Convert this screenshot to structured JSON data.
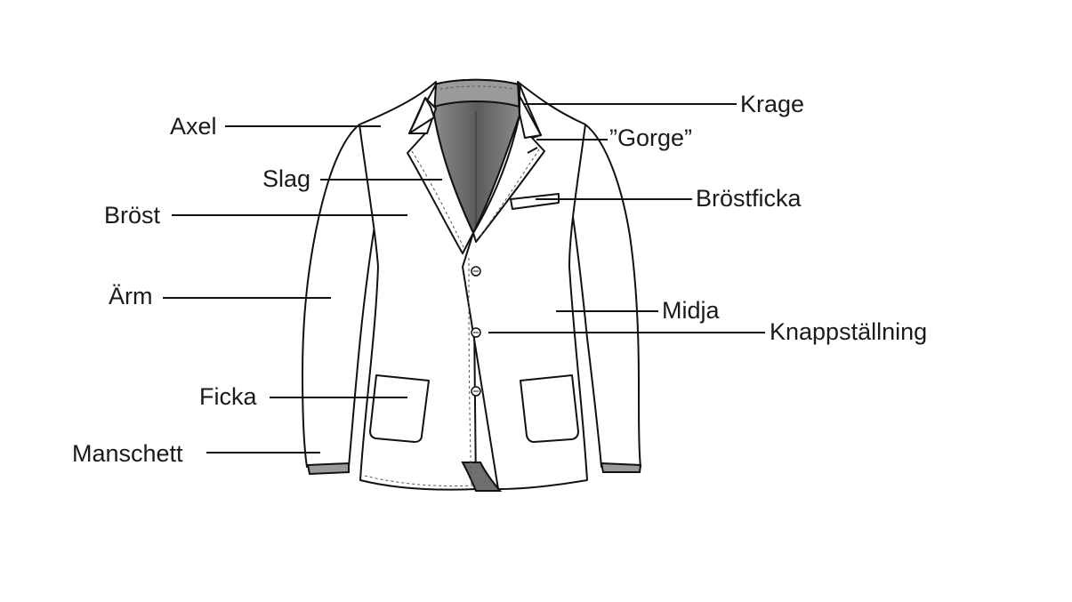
{
  "diagram": {
    "labels": {
      "axel": "Axel",
      "slag": "Slag",
      "brost": "Bröst",
      "arm": "Ärm",
      "ficka": "Ficka",
      "manschett": "Manschett",
      "krage": "Krage",
      "gorge": "”Gorge”",
      "brostficka": "Bröstficka",
      "midja": "Midja",
      "knappstallning": "Knappställning"
    },
    "colors": {
      "line": "#111111",
      "lining": "#6f6f6f",
      "cuff": "#9a9a9a",
      "background": "#ffffff"
    }
  }
}
